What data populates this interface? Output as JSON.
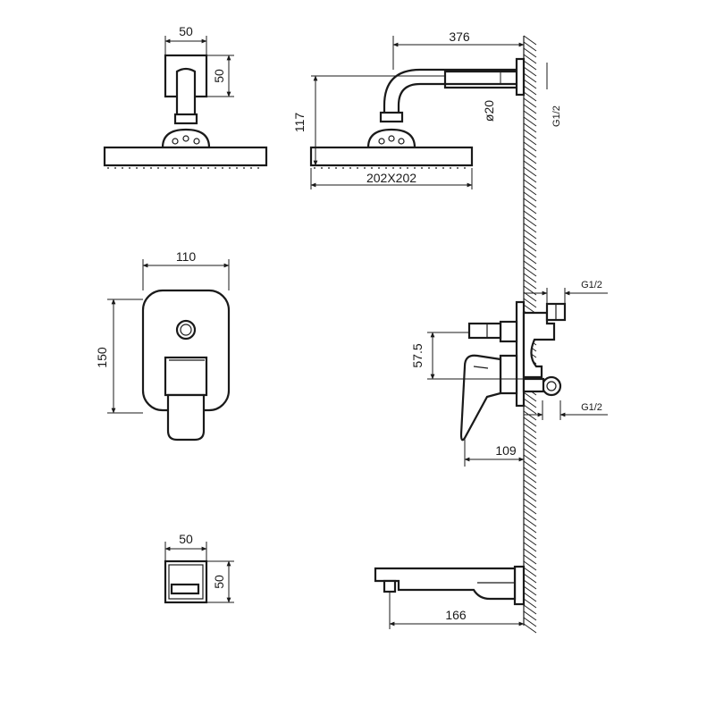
{
  "dimensions": {
    "head_wall_flange_width": "50",
    "head_wall_flange_height": "50",
    "shower_arm_length": "376",
    "head_assembly_height": "117",
    "arm_diameter": "ø20",
    "head_thread": "G1/2",
    "head_size": "202X202",
    "plate_width": "110",
    "plate_height": "150",
    "mixer_top_thread": "G1/2",
    "mixer_offset": "57.5",
    "mixer_projection": "109",
    "mixer_bottom_thread": "G1/2",
    "spout_flange_width": "50",
    "spout_flange_height": "50",
    "spout_length": "166"
  }
}
